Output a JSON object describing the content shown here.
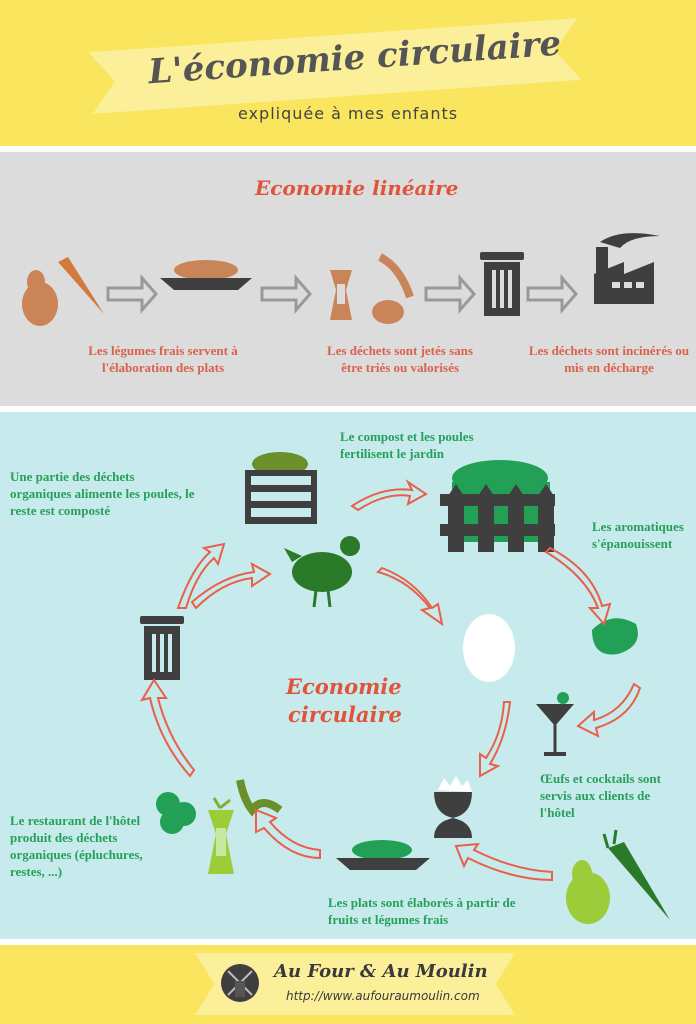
{
  "header": {
    "title": "L'économie circulaire",
    "subtitle": "expliquée à mes enfants"
  },
  "linear": {
    "title": "Economie linéaire",
    "captions": [
      "Les légumes frais servent à l'élaboration des plats",
      "Les déchets sont jetés sans être triés ou valorisés",
      "Les déchets sont incinérés ou mis en décharge"
    ]
  },
  "circular": {
    "title_line1": "Economie",
    "title_line2": "circulaire",
    "captions": {
      "compost": "Une partie des déchets organiques alimente les poules, le reste est composté",
      "garden": "Le compost et les poules fertilisent le jardin",
      "herbs": "Les aromatiques s'épanouissent",
      "served": "Œufs et cocktails sont servis aux clients de l'hôtel",
      "dishes": "Les plats sont élaborés à partir de fruits et légumes frais",
      "waste": "Le restaurant de l'hôtel produit des déchets organiques (épluchures, restes, ...)"
    }
  },
  "footer": {
    "brand": "Au Four & Au Moulin",
    "url": "http://www.aufouraumoulin.com"
  },
  "colors": {
    "yellow": "#f9e55e",
    "gray": "#dcdcdc",
    "blue": "#c7eaec",
    "orange": "#d9624a",
    "green": "#27a05a",
    "dark": "#3f3f3f"
  }
}
